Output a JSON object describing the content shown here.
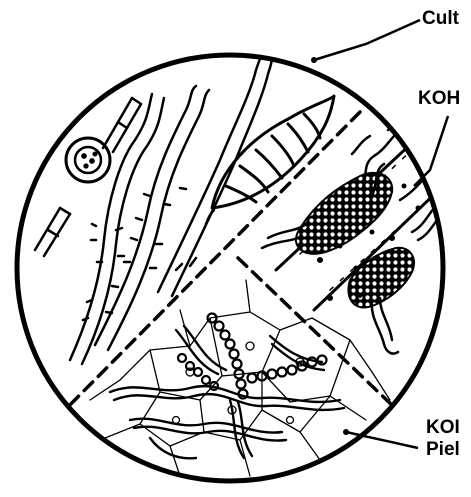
{
  "labels": {
    "culture": "Cult",
    "koh_top": "KOH",
    "koh_bottom_line1": "KOI",
    "koh_bottom_line2": "Piel"
  },
  "colors": {
    "ink": "#000000",
    "paper": "#ffffff"
  }
}
